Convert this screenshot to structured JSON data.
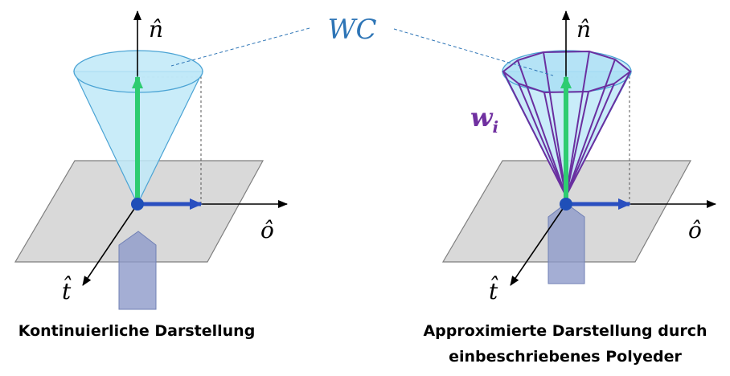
{
  "colors": {
    "plane_fill": "#d9d9d9",
    "plane_stroke": "#7f7f7f",
    "cone_fill": "#bfe9f8",
    "cone_stroke": "#4aa3d4",
    "normal_arrow": "#2ecc71",
    "origin_dot": "#1f4fb8",
    "o_arrow": "#2a4fc0",
    "tool_fill": "#8d9ac9",
    "polyhedron_stroke": "#6a2fa0",
    "wc_label": "#2e75b6",
    "wi_label": "#7030a0"
  },
  "labels": {
    "wc": "WC",
    "wi_main": "w",
    "wi_sub": "i",
    "n_hat": "n̂",
    "o_hat": "ô",
    "t_hat": "t̂"
  },
  "captions": {
    "left": "Kontinuierliche Darstellung",
    "right_line1": "Approximierte Darstellung durch",
    "right_line2": "einbeschriebenes Polyeder"
  }
}
